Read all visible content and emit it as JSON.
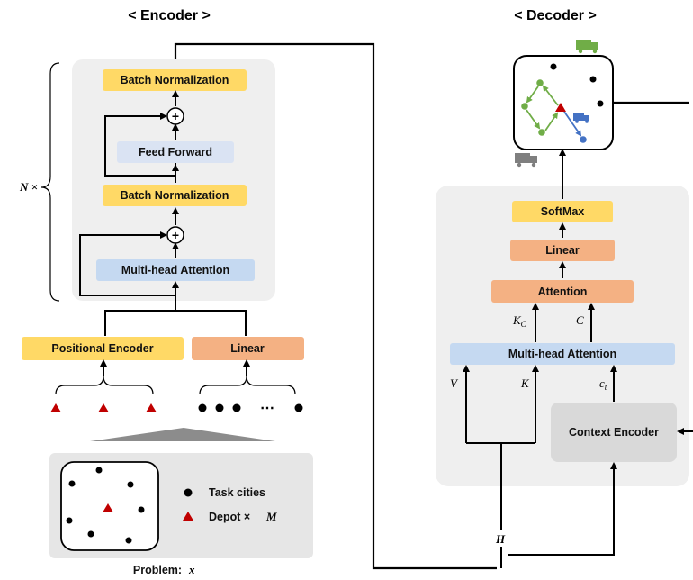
{
  "headers": {
    "encoder": "< Encoder >",
    "decoder": "< Decoder >"
  },
  "encoder": {
    "repeat_label": "N ×",
    "batch_norm_top": "Batch Normalization",
    "feed_forward": "Feed Forward",
    "batch_norm_bottom": "Batch Normalization",
    "multi_head_attention": "Multi-head Attention",
    "positional_encoder": "Positional Encoder",
    "linear": "Linear",
    "plus_symbol": "+",
    "ellipsis": "⋯"
  },
  "problem": {
    "legend_task_cities": "Task cities",
    "legend_depot": "Depot ×",
    "legend_depot_var": "M",
    "caption": "Problem:",
    "caption_var": "x"
  },
  "decoder": {
    "softmax": "SoftMax",
    "linear": "Linear",
    "attention": "Attention",
    "multi_head_attention": "Multi-head Attention",
    "context_encoder": "Context Encoder",
    "label_kc": "K",
    "label_kc_sub": "C",
    "label_c": "C",
    "label_v": "V",
    "label_k": "K",
    "label_ct": "c",
    "label_ct_sub": "t",
    "label_h": "H"
  },
  "colors": {
    "yellow_box": "#ffd966",
    "blue_box": "#c5d9f1",
    "orange_box": "#f4b183",
    "gray_panel": "#efefef",
    "context_box": "#d9d9d9",
    "depot_red": "#c00000",
    "route_green": "#70ad47",
    "route_blue": "#4472c4"
  }
}
